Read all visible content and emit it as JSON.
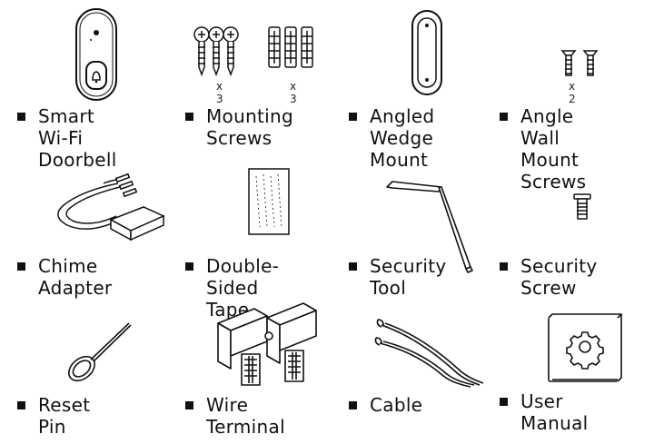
{
  "items": [
    {
      "id": "smart-wifi-doorbell",
      "label": "Smart Wi-Fi\nDoorbell",
      "icon": "doorbell-icon"
    },
    {
      "id": "mounting-screws",
      "label": "Mounting\nScrews",
      "icon": "screws-and-anchors-icon",
      "quantities": [
        "x 3",
        "x 3"
      ]
    },
    {
      "id": "angled-wedge-mount",
      "label": "Angled\nWedge\nMount",
      "icon": "wedge-mount-icon"
    },
    {
      "id": "angle-wall-mount-screws",
      "label": "Angle Wall\nMount Screws",
      "icon": "small-screws-icon",
      "quantities": [
        "x 2"
      ]
    },
    {
      "id": "chime-adapter",
      "label": "Chime\nAdapter",
      "icon": "chime-adapter-icon"
    },
    {
      "id": "double-sided-tape",
      "label": "Double-Sided\nTape",
      "icon": "tape-icon"
    },
    {
      "id": "security-tool",
      "label": "Security\nTool",
      "icon": "l-key-icon"
    },
    {
      "id": "security-screw",
      "label": "Security\nScrew",
      "icon": "security-screw-icon"
    },
    {
      "id": "reset-pin",
      "label": "Reset Pin",
      "icon": "reset-pin-icon"
    },
    {
      "id": "wire-terminal",
      "label": "Wire\nTerminal",
      "icon": "wire-terminal-icon"
    },
    {
      "id": "cable",
      "label": "Cable",
      "icon": "cable-icon"
    },
    {
      "id": "user-manual",
      "label": "User Manual",
      "icon": "manual-gear-icon"
    }
  ]
}
